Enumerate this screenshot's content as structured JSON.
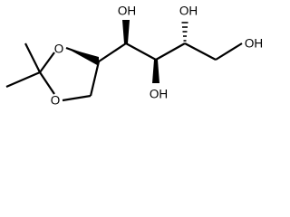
{
  "molecule": {
    "atom_labels": {
      "ring_oxygen_top": "O",
      "ring_oxygen_bottom": "O",
      "hydroxyl_c1": "OH",
      "hydroxyl_c2": "OH",
      "hydroxyl_c3": "OH",
      "hydroxyl_terminal": "OH"
    },
    "bond_color": "#000000",
    "label_color": "#000000",
    "background_color": "#ffffff"
  }
}
